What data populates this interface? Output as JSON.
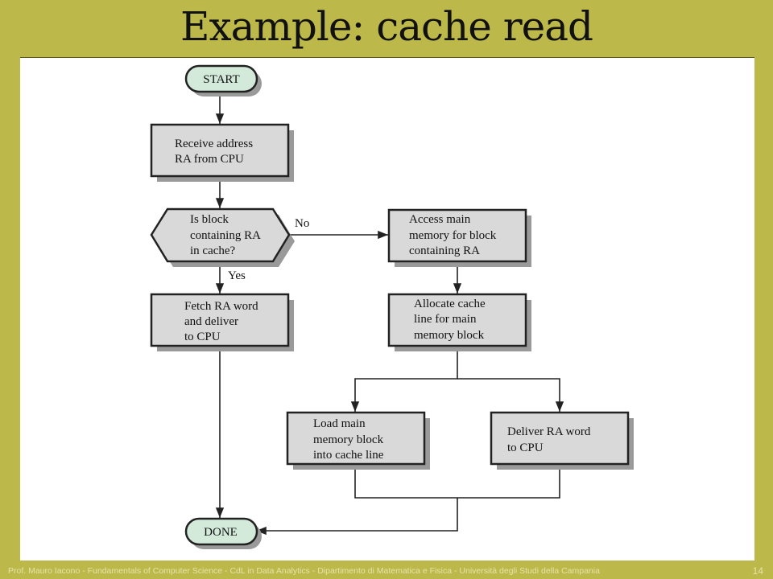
{
  "slide": {
    "title": "Example: cache read",
    "footer": "Prof. Mauro Iacono - Fundamentals of Computer Science - CdL in Data Analytics - Dipartimento di Matematica e Fisica - Università degli Studi della Campania",
    "page_number": "14"
  },
  "flowchart": {
    "start_label": "START",
    "receive": [
      "Receive address",
      "RA from CPU"
    ],
    "decision": [
      "Is block",
      "containing RA",
      "in cache?"
    ],
    "no_label": "No",
    "yes_label": "Yes",
    "fetch": [
      "Fetch RA word",
      "and deliver",
      "to CPU"
    ],
    "access": [
      "Access main",
      "memory for block",
      "containing RA"
    ],
    "allocate": [
      "Allocate cache",
      "line for main",
      "memory block"
    ],
    "load": [
      "Load main",
      "memory block",
      "into cache line"
    ],
    "deliver": [
      "Deliver RA word",
      "to CPU"
    ],
    "done_label": "DONE"
  }
}
